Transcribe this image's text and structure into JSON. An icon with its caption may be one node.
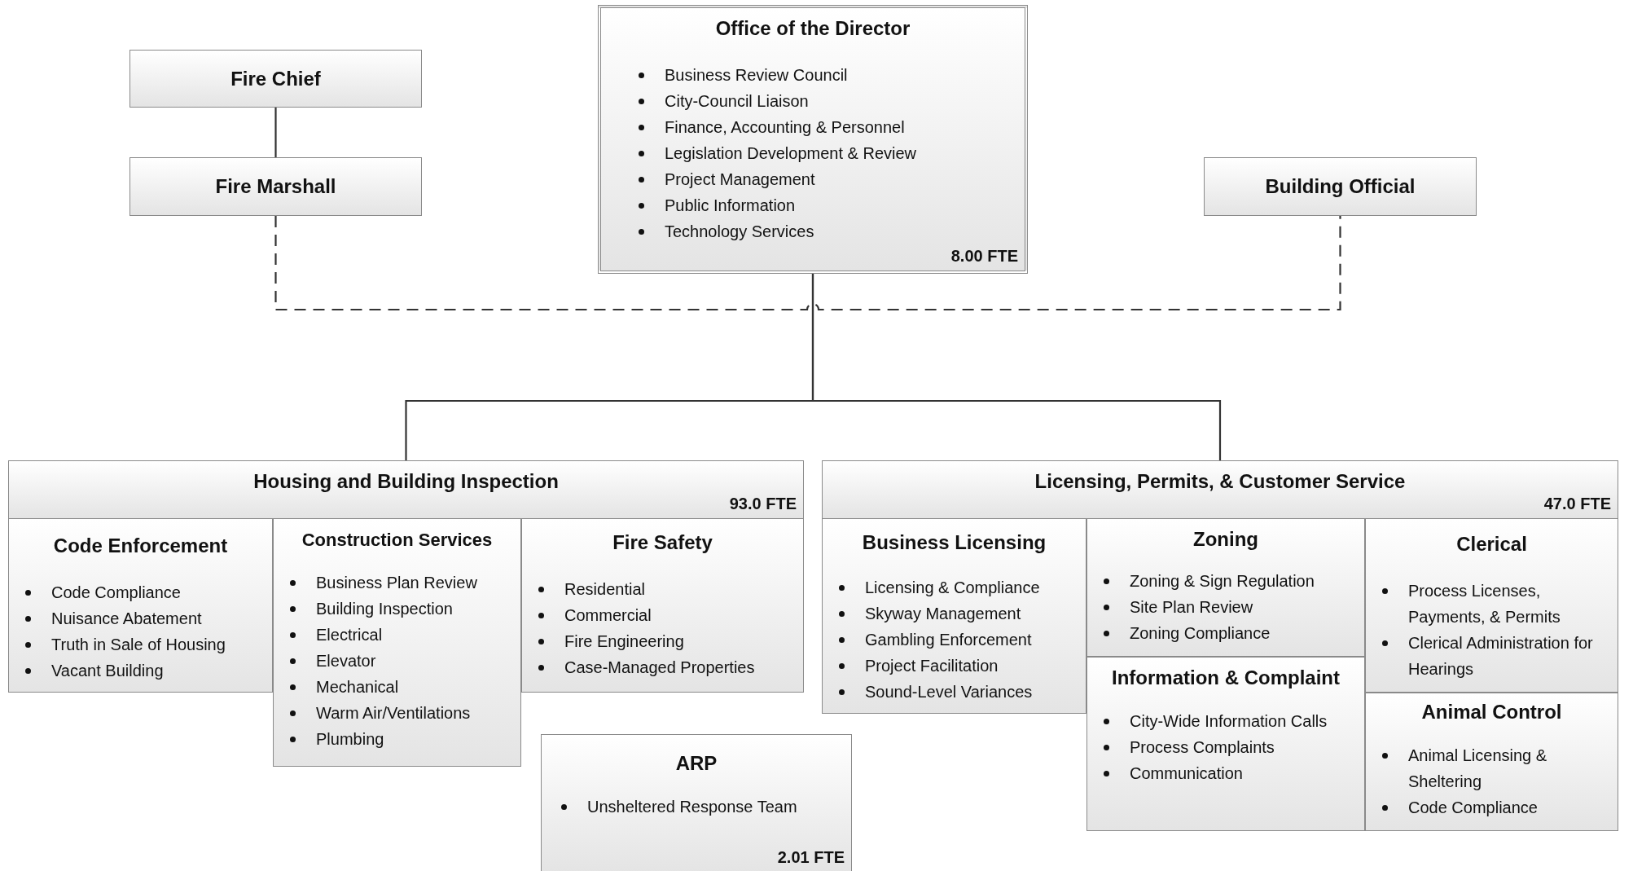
{
  "diagram": {
    "nodes": [
      {
        "text": [
          "Office of the Director",
          "Business Review Council",
          "City-Council Liaison",
          "Finance, Accounting & Personnel",
          "Legislation Development & Review",
          "Project Management",
          "Public Information",
          "Technology Services",
          "8.00 FTE"
        ]
      },
      {
        "text": [
          "Fire Chief"
        ]
      },
      {
        "text": [
          "Fire Marshall"
        ]
      },
      {
        "text": [
          "Building Official"
        ]
      },
      {
        "text": [
          "Housing and Building Inspection",
          "93.0 FTE"
        ]
      },
      {
        "text": [
          "Code Enforcement",
          "Code Compliance",
          "Nuisance Abatement",
          "Truth in Sale of Housing",
          "Vacant Building"
        ]
      },
      {
        "text": [
          "Construction Services",
          "Business Plan Review",
          "Building Inspection",
          "Electrical",
          "Elevator",
          "Mechanical",
          "Warm Air/Ventilations",
          "Plumbing"
        ]
      },
      {
        "text": [
          "Fire Safety",
          "Residential",
          "Commercial",
          "Fire Engineering",
          "Case-Managed Properties"
        ]
      },
      {
        "text": [
          "ARP",
          "Unsheltered Response Team",
          "2.01 FTE"
        ]
      },
      {
        "text": [
          "Licensing, Permits, & Customer Service",
          "47.0 FTE"
        ]
      },
      {
        "text": [
          "Business Licensing",
          "Licensing & Compliance",
          "Skyway Management",
          "Gambling Enforcement",
          "Project Facilitation",
          "Sound-Level Variances"
        ]
      },
      {
        "text": [
          "Zoning",
          "Zoning & Sign Regulation",
          "Site Plan Review",
          "Zoning Compliance"
        ]
      },
      {
        "text": [
          "Information & Complaint",
          "City-Wide Information Calls",
          "Process Complaints",
          "Communication"
        ]
      },
      {
        "text": [
          "Clerical",
          "Process Licenses, Payments, & Permits",
          "Clerical Administration for Hearings"
        ]
      },
      {
        "text": [
          "Animal Control",
          "Animal Licensing & Sheltering",
          "Code Compliance"
        ]
      }
    ],
    "edges": [
      {
        "from": 1,
        "to": 2,
        "arrow": "none"
      },
      {
        "from": 0,
        "to": 4,
        "arrow": "none"
      },
      {
        "from": 0,
        "to": 9,
        "arrow": "none"
      },
      {
        "from": 2,
        "to": 3,
        "arrow": "none",
        "style": "dashed"
      }
    ]
  }
}
